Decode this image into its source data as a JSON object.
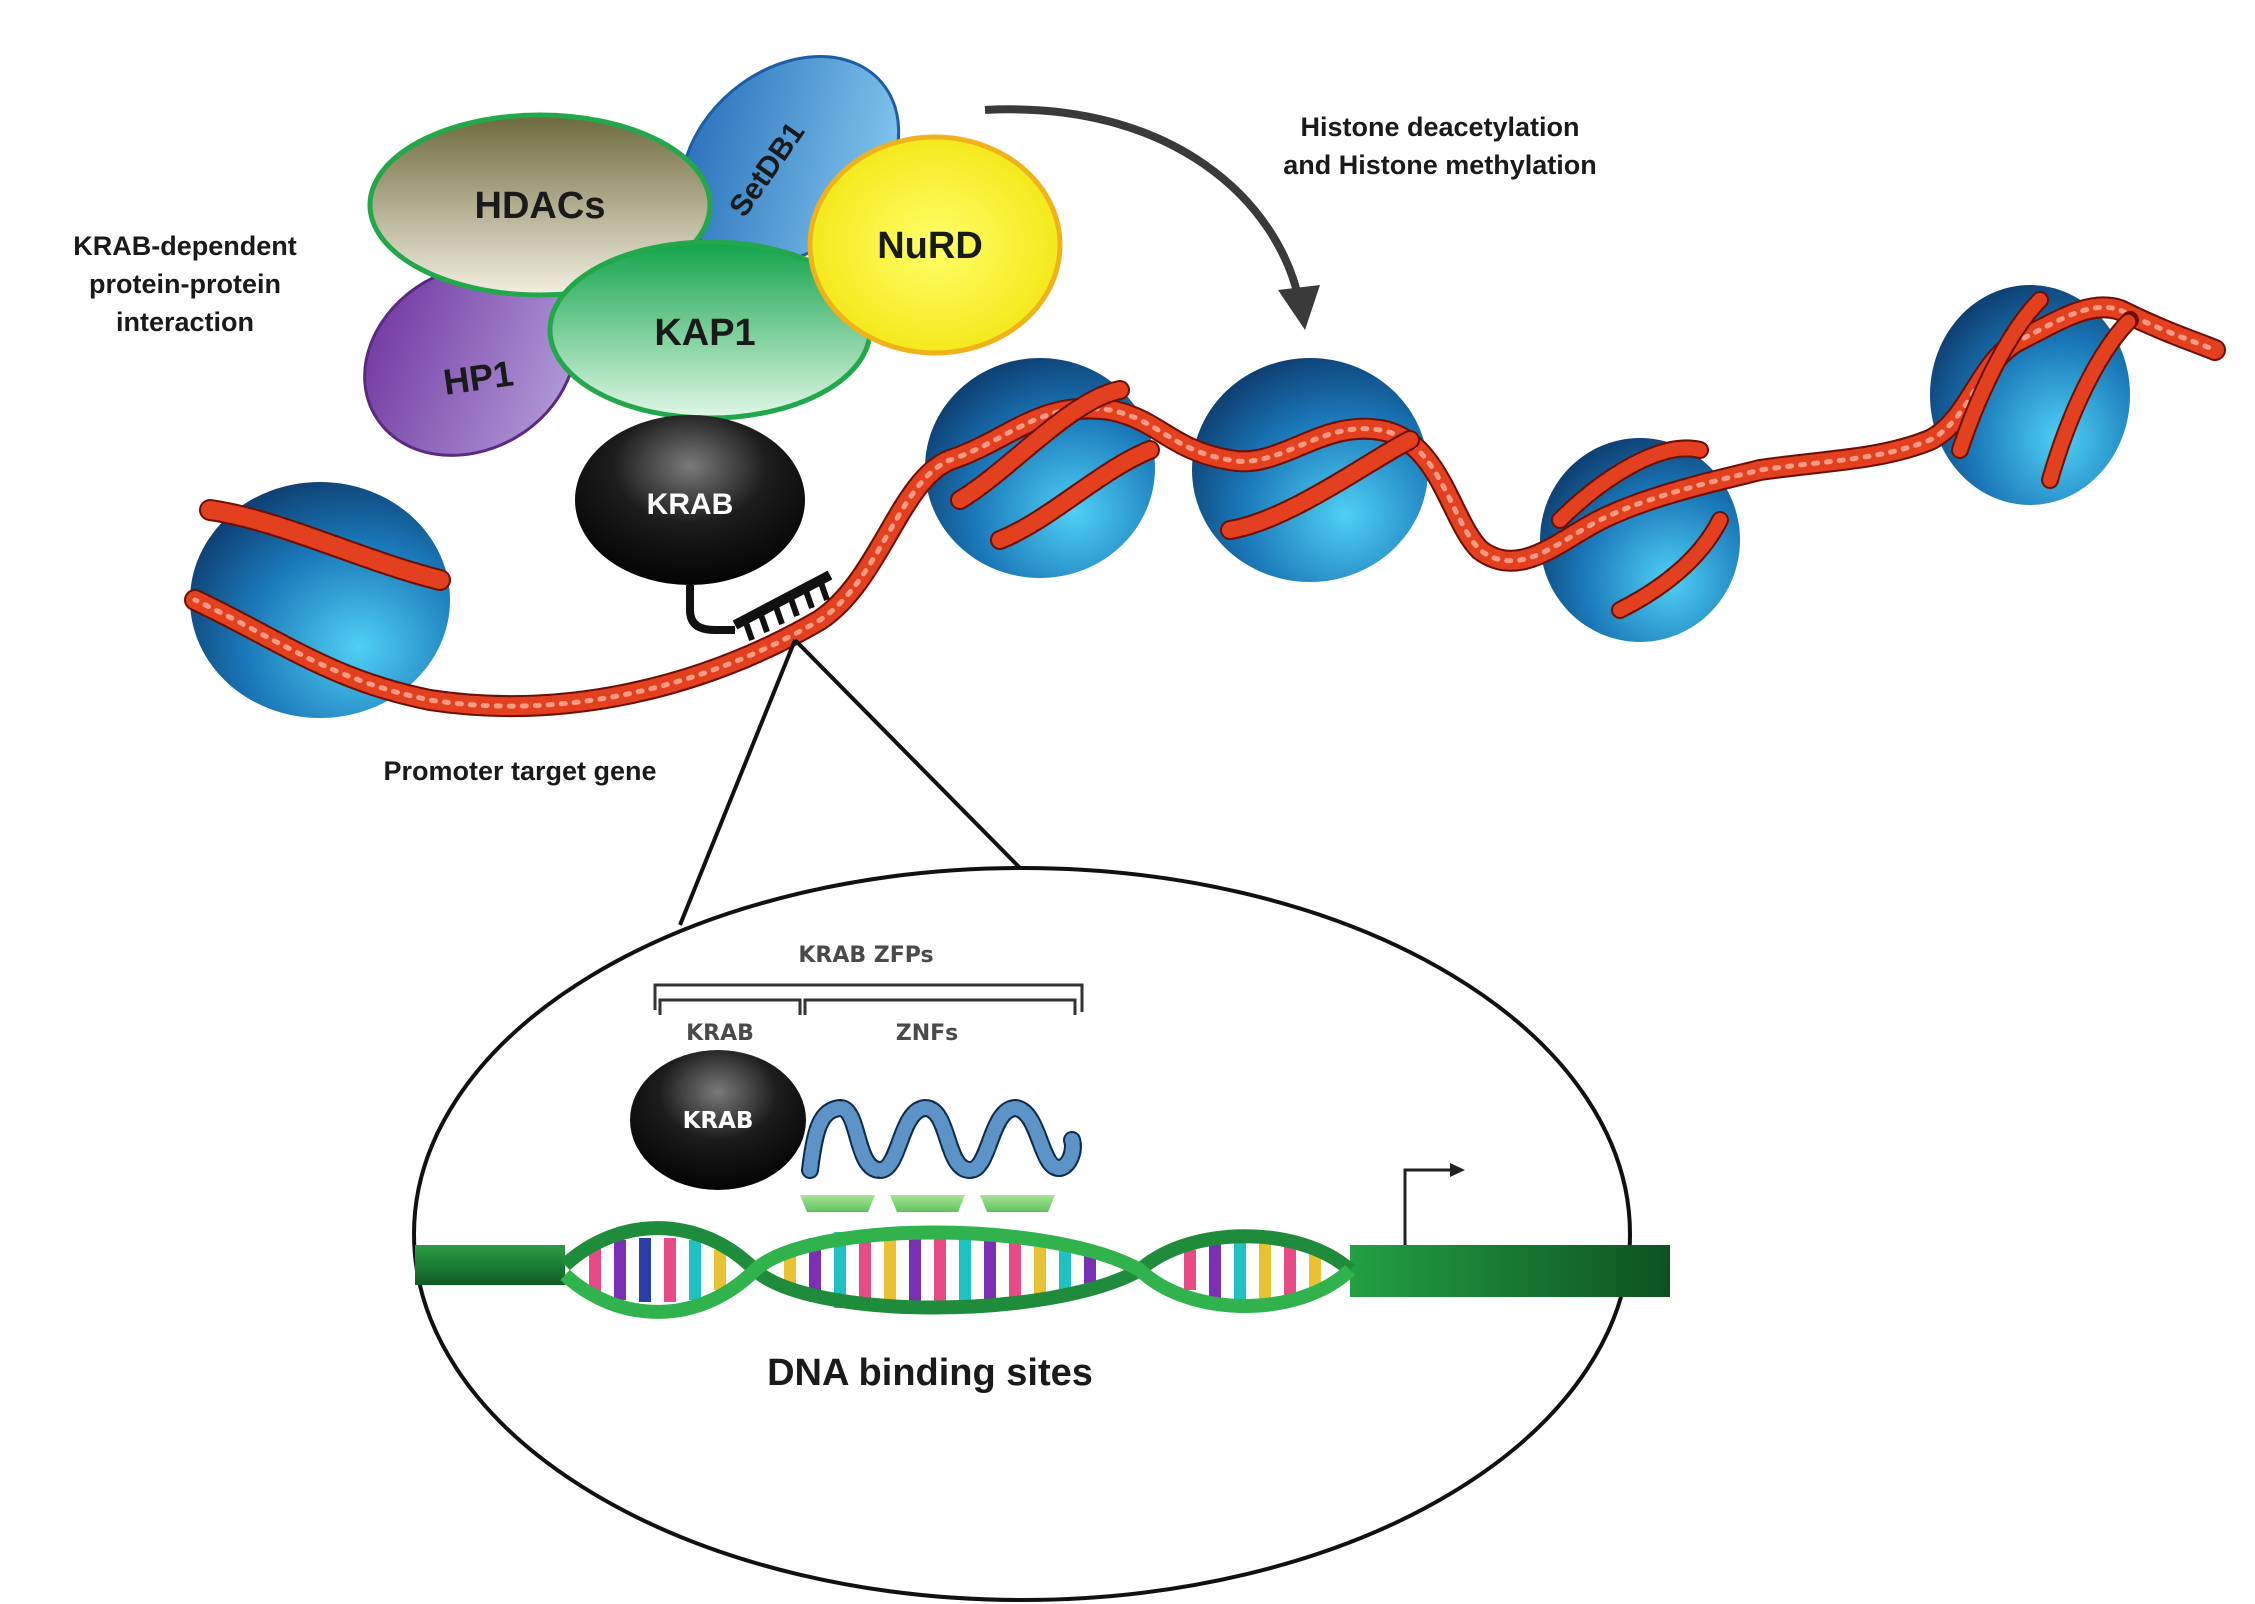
{
  "labels": {
    "interaction_line1": "KRAB-dependent",
    "interaction_line2": "protein-protein",
    "interaction_line3": "interaction",
    "histone_line1": "Histone deacetylation",
    "histone_line2": "and Histone methylation",
    "promoter": "Promoter target gene",
    "dna_binding": "DNA binding sites"
  },
  "complex": {
    "hdacs": "HDACs",
    "setdb1": "SetDB1",
    "nurd": "NuRD",
    "hp1": "HP1",
    "kap1": "KAP1",
    "krab": "KRAB"
  },
  "inset": {
    "krab_zfps": "KRAB ZFPs",
    "krab_domain": "KRAB",
    "znfs": "ZNFs",
    "krab_ball": "KRAB"
  },
  "colors": {
    "hdacs_fill": "#8a8462",
    "hdacs_stroke": "#22a84a",
    "setdb1_fill": "#2e86c8",
    "nurd_fill": "#f4ec1c",
    "nurd_stroke": "#f0b21a",
    "hp1_fill": "#7c3fa6",
    "kap1_fill": "#25b55a",
    "krab_fill": "#111111",
    "nucleosome": "#1f6fb0",
    "dna_bead": "#e03a22",
    "dna_green": "#1e8c3a"
  }
}
